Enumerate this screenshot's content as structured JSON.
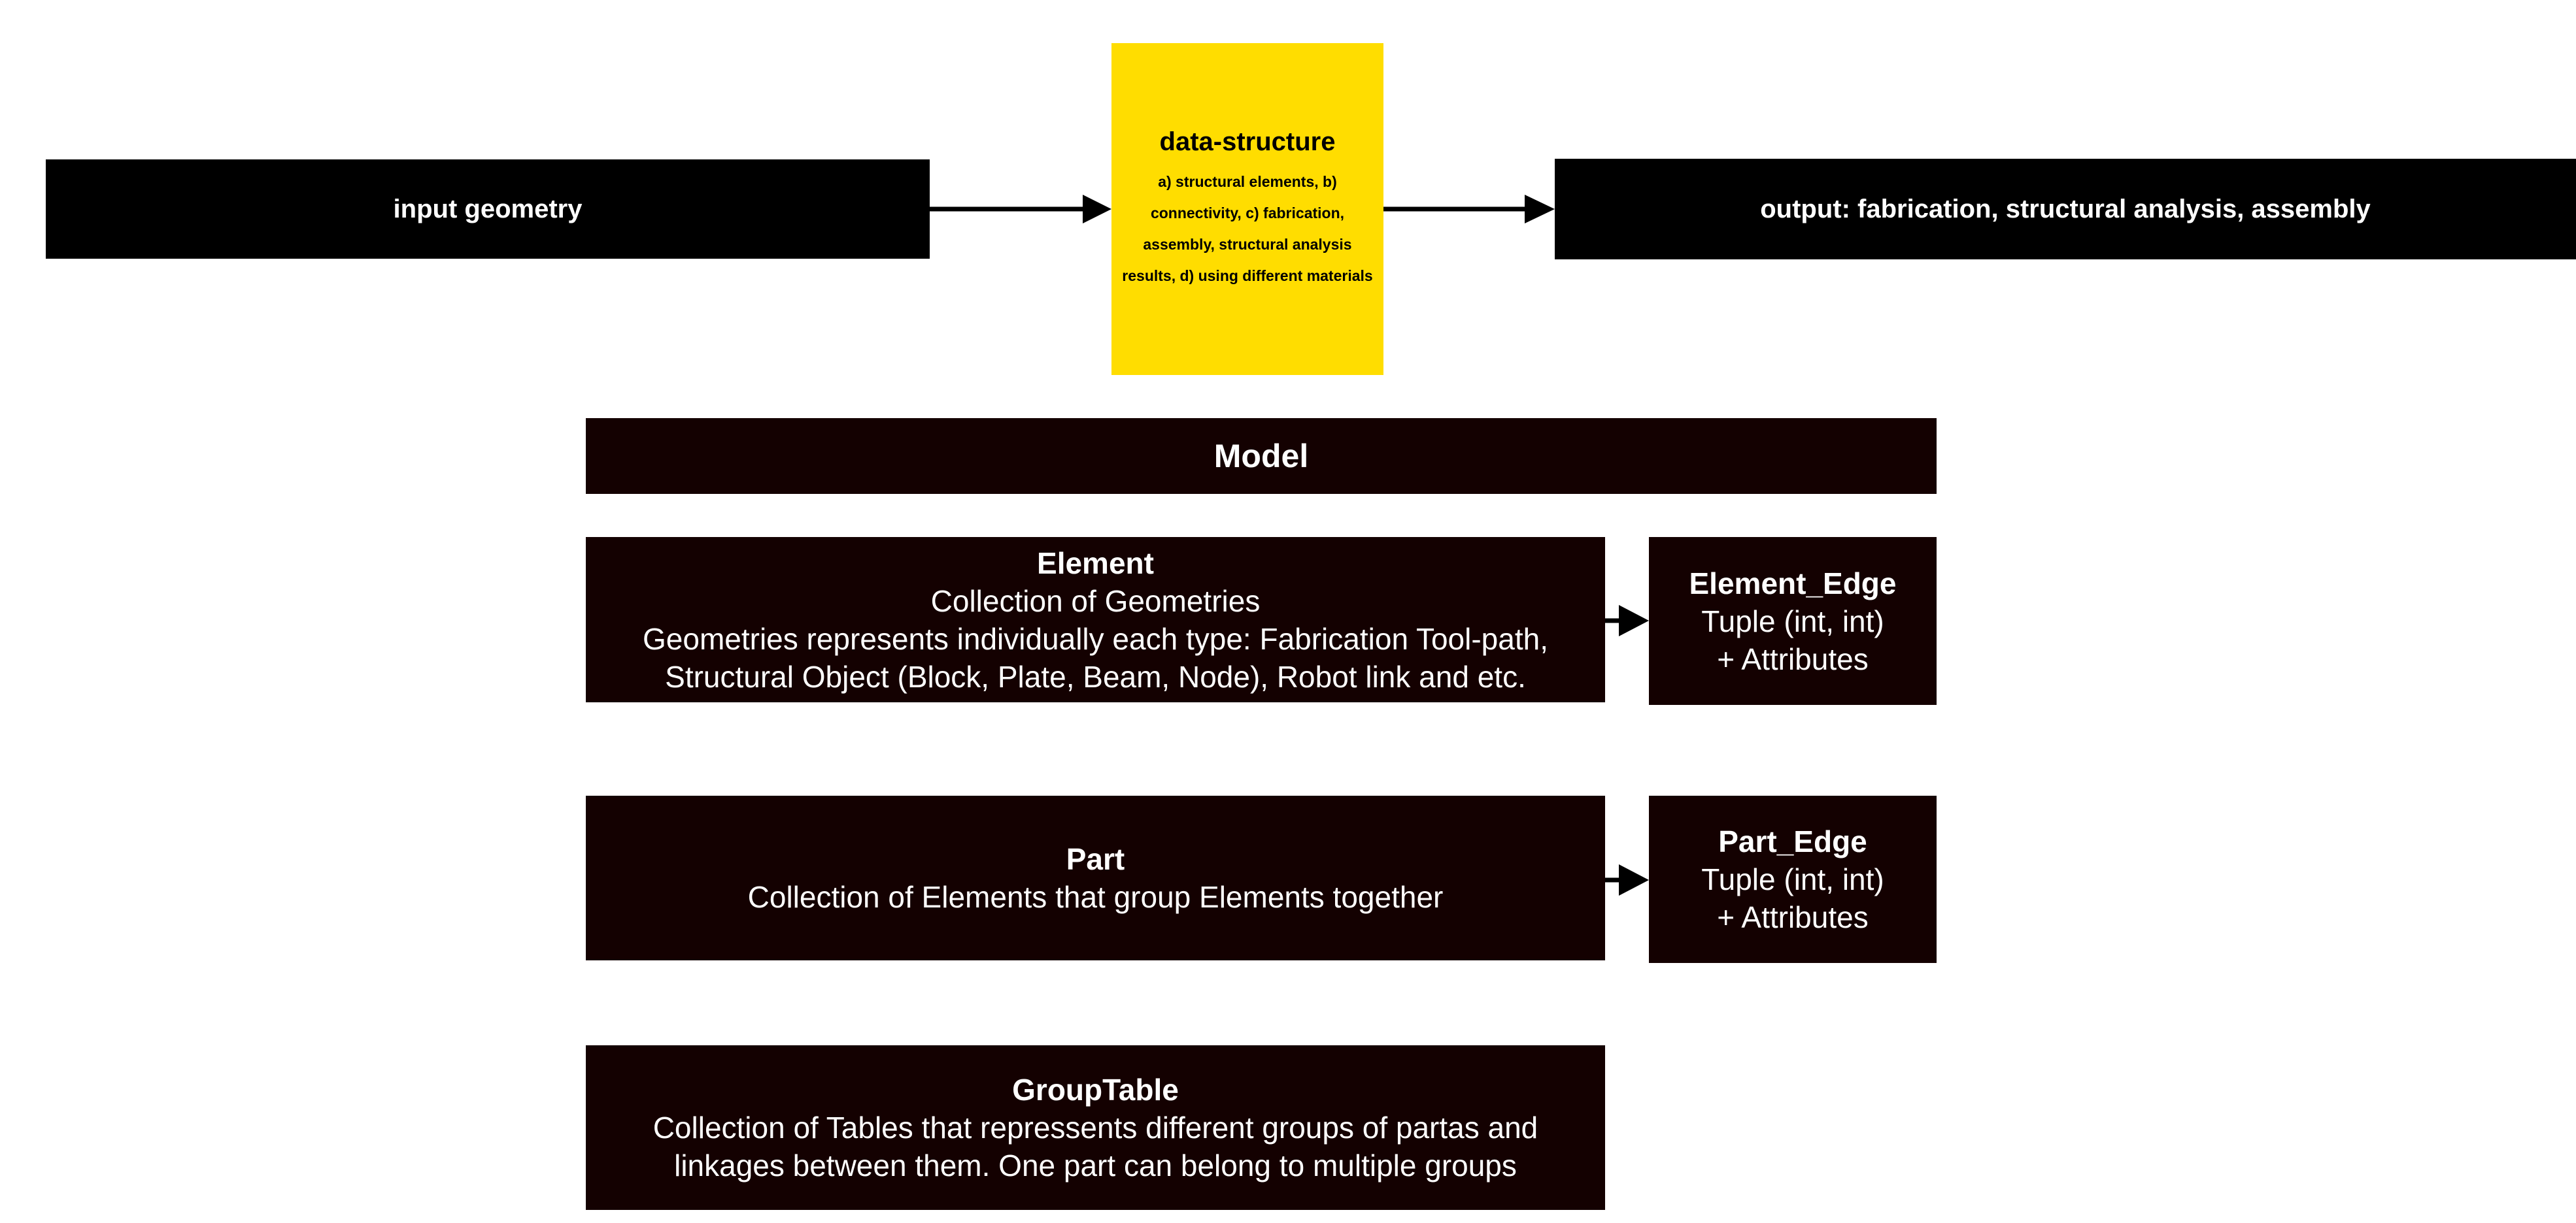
{
  "input": {
    "label": "input geometry"
  },
  "data_structure": {
    "title": "data-structure",
    "description_lines": [
      "a) structural elements, b)",
      "connectivity, c) fabrication,",
      "assembly, structural analysis",
      "results, d) using different materials"
    ]
  },
  "output": {
    "label": "output: fabrication, structural analysis, assembly"
  },
  "model": {
    "title": "Model"
  },
  "element": {
    "title": "Element",
    "lines": [
      "Collection of Geometries",
      "Geometries represents individually each type: Fabrication Tool-path,",
      "Structural Object (Block, Plate, Beam, Node), Robot link and etc."
    ]
  },
  "element_edge": {
    "title": "Element_Edge",
    "lines": [
      "Tuple (int, int)",
      "+ Attributes"
    ]
  },
  "part": {
    "title": "Part",
    "lines": [
      "Collection of Elements that group Elements together"
    ]
  },
  "part_edge": {
    "title": "Part_Edge",
    "lines": [
      "Tuple (int, int)",
      "+ Attributes"
    ]
  },
  "group_table": {
    "title": "GroupTable",
    "lines": [
      "Collection of Tables that repressents different groups of partas and",
      "linkages between them. One part can belong to multiple groups"
    ]
  },
  "colors": {
    "yellow": "#ffdd00",
    "black": "#000000",
    "dark_box": "#140101",
    "text_light": "#ffffff"
  }
}
